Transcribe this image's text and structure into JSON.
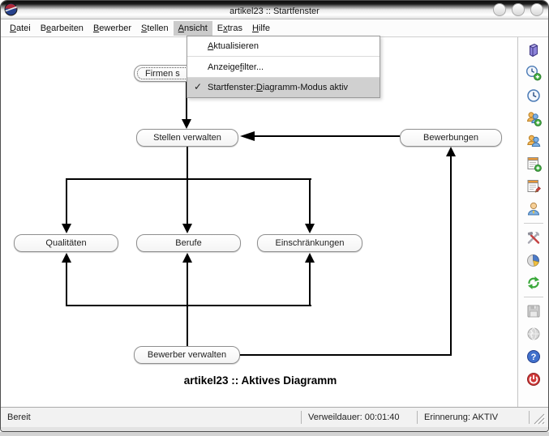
{
  "window": {
    "title": "artikel23 :: Startfenster"
  },
  "menubar": {
    "items": [
      {
        "id": "datei",
        "pre": "",
        "accel": "D",
        "post": "atei",
        "active": false
      },
      {
        "id": "bearbeiten",
        "pre": "B",
        "accel": "e",
        "post": "arbeiten",
        "active": false
      },
      {
        "id": "bewerber",
        "pre": "",
        "accel": "B",
        "post": "ewerber",
        "active": false
      },
      {
        "id": "stellen",
        "pre": "",
        "accel": "S",
        "post": "tellen",
        "active": false
      },
      {
        "id": "ansicht",
        "pre": "",
        "accel": "A",
        "post": "nsicht",
        "active": true
      },
      {
        "id": "extras",
        "pre": "E",
        "accel": "x",
        "post": "tras",
        "active": false
      },
      {
        "id": "hilfe",
        "pre": "",
        "accel": "H",
        "post": "ilfe",
        "active": false
      }
    ]
  },
  "view_menu": {
    "items": [
      {
        "pre": "",
        "accel": "A",
        "post": "ktualisieren",
        "checked": false,
        "checkmark": "",
        "highlighted": false
      },
      {
        "pre": "Anzeige",
        "accel": "f",
        "post": "ilter...",
        "checked": false,
        "checkmark": "",
        "highlighted": false
      },
      {
        "pre": "Startfenster: ",
        "accel": "D",
        "post": "iagramm-Modus aktiv",
        "checked": true,
        "checkmark": "✓",
        "highlighted": true
      }
    ]
  },
  "diagram": {
    "caption": "artikel23 :: Aktives Diagramm",
    "nodes": [
      {
        "id": "firmen",
        "label": "Firmen s",
        "truncated_by_menu": true,
        "focused": true
      },
      {
        "id": "stellen-verwalten",
        "label": "Stellen verwalten"
      },
      {
        "id": "bewerbungen",
        "label": "Bewerbungen"
      },
      {
        "id": "qualitaeten",
        "label": "Qualitäten"
      },
      {
        "id": "berufe",
        "label": "Berufe"
      },
      {
        "id": "einschraenkungen",
        "label": "Einschränkungen"
      },
      {
        "id": "bewerber-verwalten",
        "label": "Bewerber verwalten"
      }
    ],
    "edges": [
      {
        "from": "firmen",
        "to": "stellen-verwalten"
      },
      {
        "from": "bewerbungen",
        "to": "stellen-verwalten"
      },
      {
        "from": "stellen-verwalten",
        "to": "qualitaeten"
      },
      {
        "from": "stellen-verwalten",
        "to": "berufe"
      },
      {
        "from": "stellen-verwalten",
        "to": "einschraenkungen"
      },
      {
        "from": "bewerber-verwalten",
        "to": "qualitaeten"
      },
      {
        "from": "bewerber-verwalten",
        "to": "berufe"
      },
      {
        "from": "bewerber-verwalten",
        "to": "einschraenkungen"
      },
      {
        "from": "bewerber-verwalten",
        "to": "bewerbungen"
      }
    ]
  },
  "toolbar": {
    "help_glyph": "?",
    "icons": [
      "database",
      "clock-add",
      "clock",
      "users-add",
      "users",
      "form-add",
      "form-edit",
      "user",
      "tools",
      "pie-chart",
      "refresh",
      "save-disabled",
      "globe-disabled",
      "help",
      "power"
    ]
  },
  "statusbar": {
    "ready": "Bereit",
    "dwell": "Verweildauer: 00:01:40",
    "reminder": "Erinnerung: AKTIV"
  },
  "colors": {
    "selection": "#d0d0d0",
    "diagram_line": "#000000",
    "node_border": "#8f8f8f",
    "accent_green": "#44b044",
    "power_red": "#cf3838",
    "help_blue": "#4070cc"
  }
}
